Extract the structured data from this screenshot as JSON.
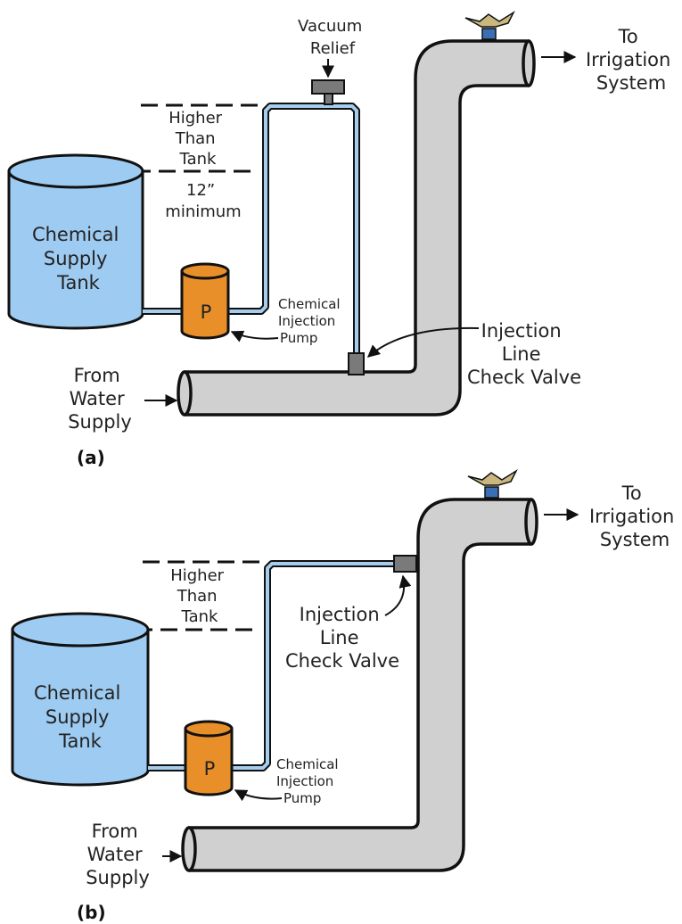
{
  "colors": {
    "tank_fill": "#9ecbf1",
    "pump_fill": "#e88f2a",
    "pipe_fill": "#d0d0d0",
    "injection_line": "#a6cdee",
    "valve_fill": "#7a7a7a",
    "sprinkler_body": "#c9b77f",
    "sprinkler_base": "#3a6fb5"
  },
  "icons": [
    "sprinkler-head-icon",
    "arrow-icon"
  ],
  "diagram_a": {
    "caption": "(a)",
    "tank_label": [
      "Chemical",
      "Supply",
      "Tank"
    ],
    "pump_label": "P",
    "height_label": [
      "Higher",
      "Than",
      "Tank"
    ],
    "minimum_label": [
      "12”",
      "minimum"
    ],
    "vacuum_relief": [
      "Vacuum",
      "Relief"
    ],
    "pump_name": [
      "Chemical",
      "Injection",
      "Pump"
    ],
    "check_valve": [
      "Injection",
      "Line",
      "Check Valve"
    ],
    "from_supply": [
      "From",
      "Water",
      "Supply"
    ],
    "to_irrigation": [
      "To",
      "Irrigation",
      "System"
    ]
  },
  "diagram_b": {
    "caption": "(b)",
    "tank_label": [
      "Chemical",
      "Supply",
      "Tank"
    ],
    "pump_label": "P",
    "height_label": [
      "Higher",
      "Than",
      "Tank"
    ],
    "pump_name": [
      "Chemical",
      "Injection",
      "Pump"
    ],
    "check_valve": [
      "Injection",
      "Line",
      "Check Valve"
    ],
    "from_supply": [
      "From",
      "Water",
      "Supply"
    ],
    "to_irrigation": [
      "To",
      "Irrigation",
      "System"
    ]
  }
}
